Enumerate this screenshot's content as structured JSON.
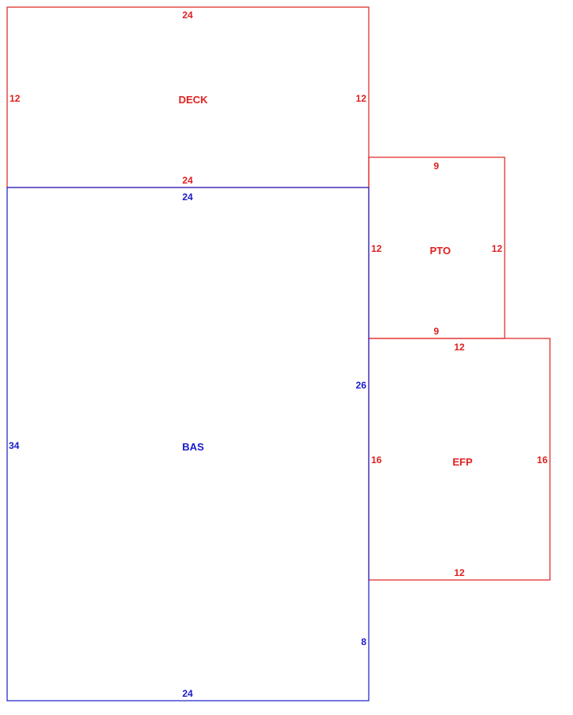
{
  "colors": {
    "addition": "#e02020",
    "base": "#1a1acc"
  },
  "areas": {
    "deck": {
      "label": "DECK",
      "dims": {
        "top": "24",
        "left": "12",
        "right": "12",
        "bottom": "24"
      }
    },
    "bas": {
      "label": "BAS",
      "dims": {
        "top": "24",
        "left": "34",
        "right_upper": "26",
        "right_lower": "8",
        "bottom": "24"
      }
    },
    "pto": {
      "label": "PTO",
      "dims": {
        "top": "9",
        "left": "12",
        "right": "12",
        "bottom": "9"
      }
    },
    "efp": {
      "label": "EFP",
      "dims": {
        "top": "12",
        "left": "16",
        "right": "16",
        "bottom": "12"
      }
    }
  }
}
